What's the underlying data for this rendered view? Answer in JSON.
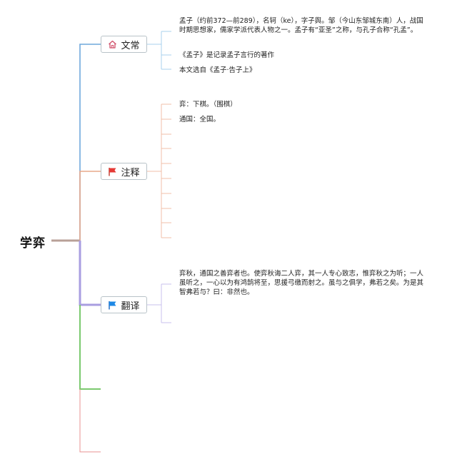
{
  "root": {
    "label": "学弈"
  },
  "branches": {
    "wenchang": {
      "label": "文常",
      "icon": "home-icon",
      "color": "#6fa8dc",
      "leaves": [
        "孟子（约前372—前289），名轲（ke），字子舆。邹（今山东邹城东南）人，战国时期思想家，儒家学派代表人物之一。孟子有“亚圣”之称，与孔子合称“孔孟”。",
        "《孟子》是记录孟子言行的著作",
        "本文选自《孟子·告子上》"
      ]
    },
    "zhushi": {
      "label": "注释",
      "icon": "red-flag-icon",
      "color": "#e8a88a",
      "leaves": [
        "弈：下棋。（围棋）",
        "通国：全国。"
      ]
    },
    "fanyi": {
      "label": "翻译",
      "icon": "blue-flag-icon",
      "color": "#a99ee0",
      "leaves": [
        "弈秋，通国之善弈者也。使弈秋诲二人弈，其一人专心致志，惟弈秋之为听；一人虽听之，一心以为有鸿鹄将至，思援弓缴而射之。虽与之俱学，弗若之矣。为是其智弗若与？曰：非然也。"
      ]
    }
  },
  "colors": {
    "root_line": "#b8a098",
    "green_branch": "#7bc96f",
    "red_branch": "#e89090",
    "node_border": "#b9c3c8"
  }
}
